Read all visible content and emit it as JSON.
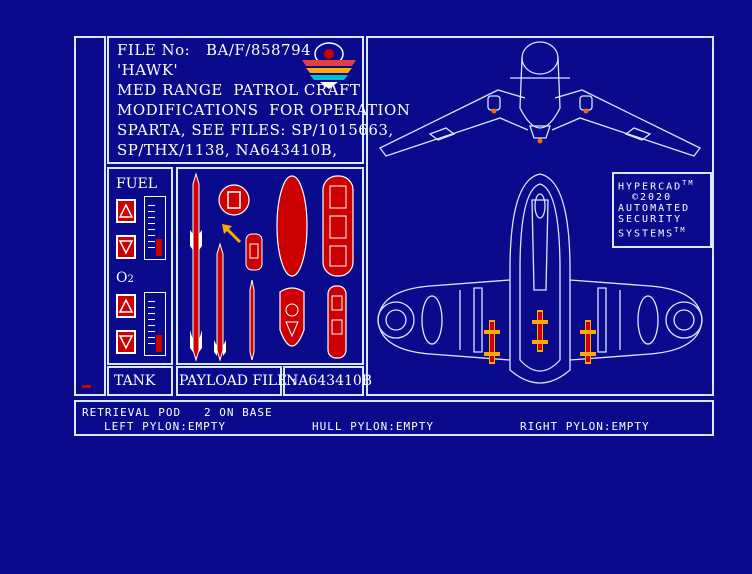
{
  "file_info": {
    "lines": [
      "FILE No:   BA/F/858794",
      "'HAWK'",
      "MED RANGE  PATROL CRAFT",
      "MODIFICATIONS  FOR OPERATION",
      "SPARTA, SEE FILES: SP/1015663,",
      "SP/THX/1138, NA643410B,"
    ]
  },
  "fuel_panel": {
    "title": "FUEL",
    "o2_label": "O",
    "o2_sub": "2",
    "tank_label": "TANK",
    "fuel_level": 0.3,
    "o2_level": 0.3
  },
  "payload": {
    "label": "PAYLOAD FILE :",
    "file_id": "NA643410B"
  },
  "hypercad": {
    "line1": "HYPERCAD",
    "tm": "TM",
    "line2": "©2020",
    "line3": "AUTOMATED",
    "line4": "SECURITY",
    "line5": "SYSTEMS"
  },
  "status": {
    "line1": "RETRIEVAL POD   2 ON BASE",
    "left_pylon": "LEFT PYLON:EMPTY",
    "hull_pylon": "HULL PYLON:EMPTY",
    "right_pylon": "RIGHT PYLON:EMPTY"
  },
  "colors": {
    "background": "#0a0a8c",
    "line": "#d8e8ff",
    "accent": "#cc0000",
    "highlight": "#ffaa00"
  }
}
